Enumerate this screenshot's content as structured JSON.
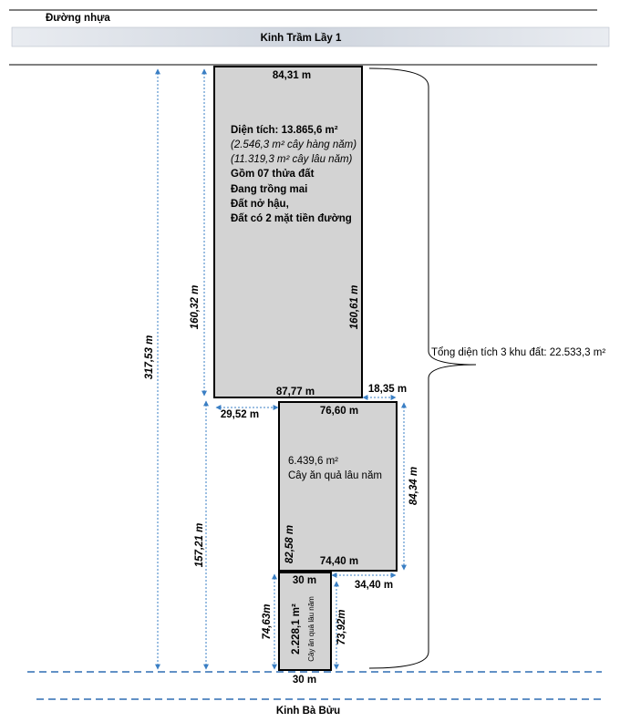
{
  "top": {
    "road_label": "Đường nhựa",
    "canal_top_label": "Kinh Trầm Lầy 1",
    "canal_bottom_label": "Kinh Bà Bửu"
  },
  "plot_a": {
    "top_width": "84,31 m",
    "bottom_width": "87,77 m",
    "left_side": "160,32 m",
    "right_side": "160,61 m",
    "area": "Diện tích: 13.865,6 m²",
    "annual": "(2.546,3 m² cây hàng năm)",
    "perennial": "(11.319,3 m² cây lâu năm)",
    "parcels": "Gồm 07 thửa đất",
    "growing": "Đang trồng mai",
    "shape": "Đất nở hậu,",
    "frontage": "Đất có 2 mặt tiền đường"
  },
  "plot_b": {
    "top_width": "76,60 m",
    "bottom_width": "74,40 m",
    "left_side": "82,58 m",
    "right_side": "84,34 m",
    "offset_left": "29,52 m",
    "offset_right": "18,35 m",
    "area": "6.439,6 m²",
    "crop": "Cây ăn quả lâu năm"
  },
  "plot_c": {
    "top_width": "30 m",
    "bottom_width": "30 m",
    "left_side": "74,63m",
    "right_side": "73,92m",
    "offset_right": "34,40 m",
    "area": "2.228,1 m²",
    "crop": "Cây ăn quả lâu năm"
  },
  "dimensions": {
    "total_height": "317,53 m",
    "lower_height": "157,21 m"
  },
  "total": {
    "label": "Tổng diện tích 3 khu đất: 22.533,3 m²"
  },
  "colors": {
    "plot_fill": "#d3d3d3",
    "dim_arrow": "#3a7fc4",
    "canal_dash": "#2e6db4",
    "canal_band": "#cdd3dc"
  }
}
